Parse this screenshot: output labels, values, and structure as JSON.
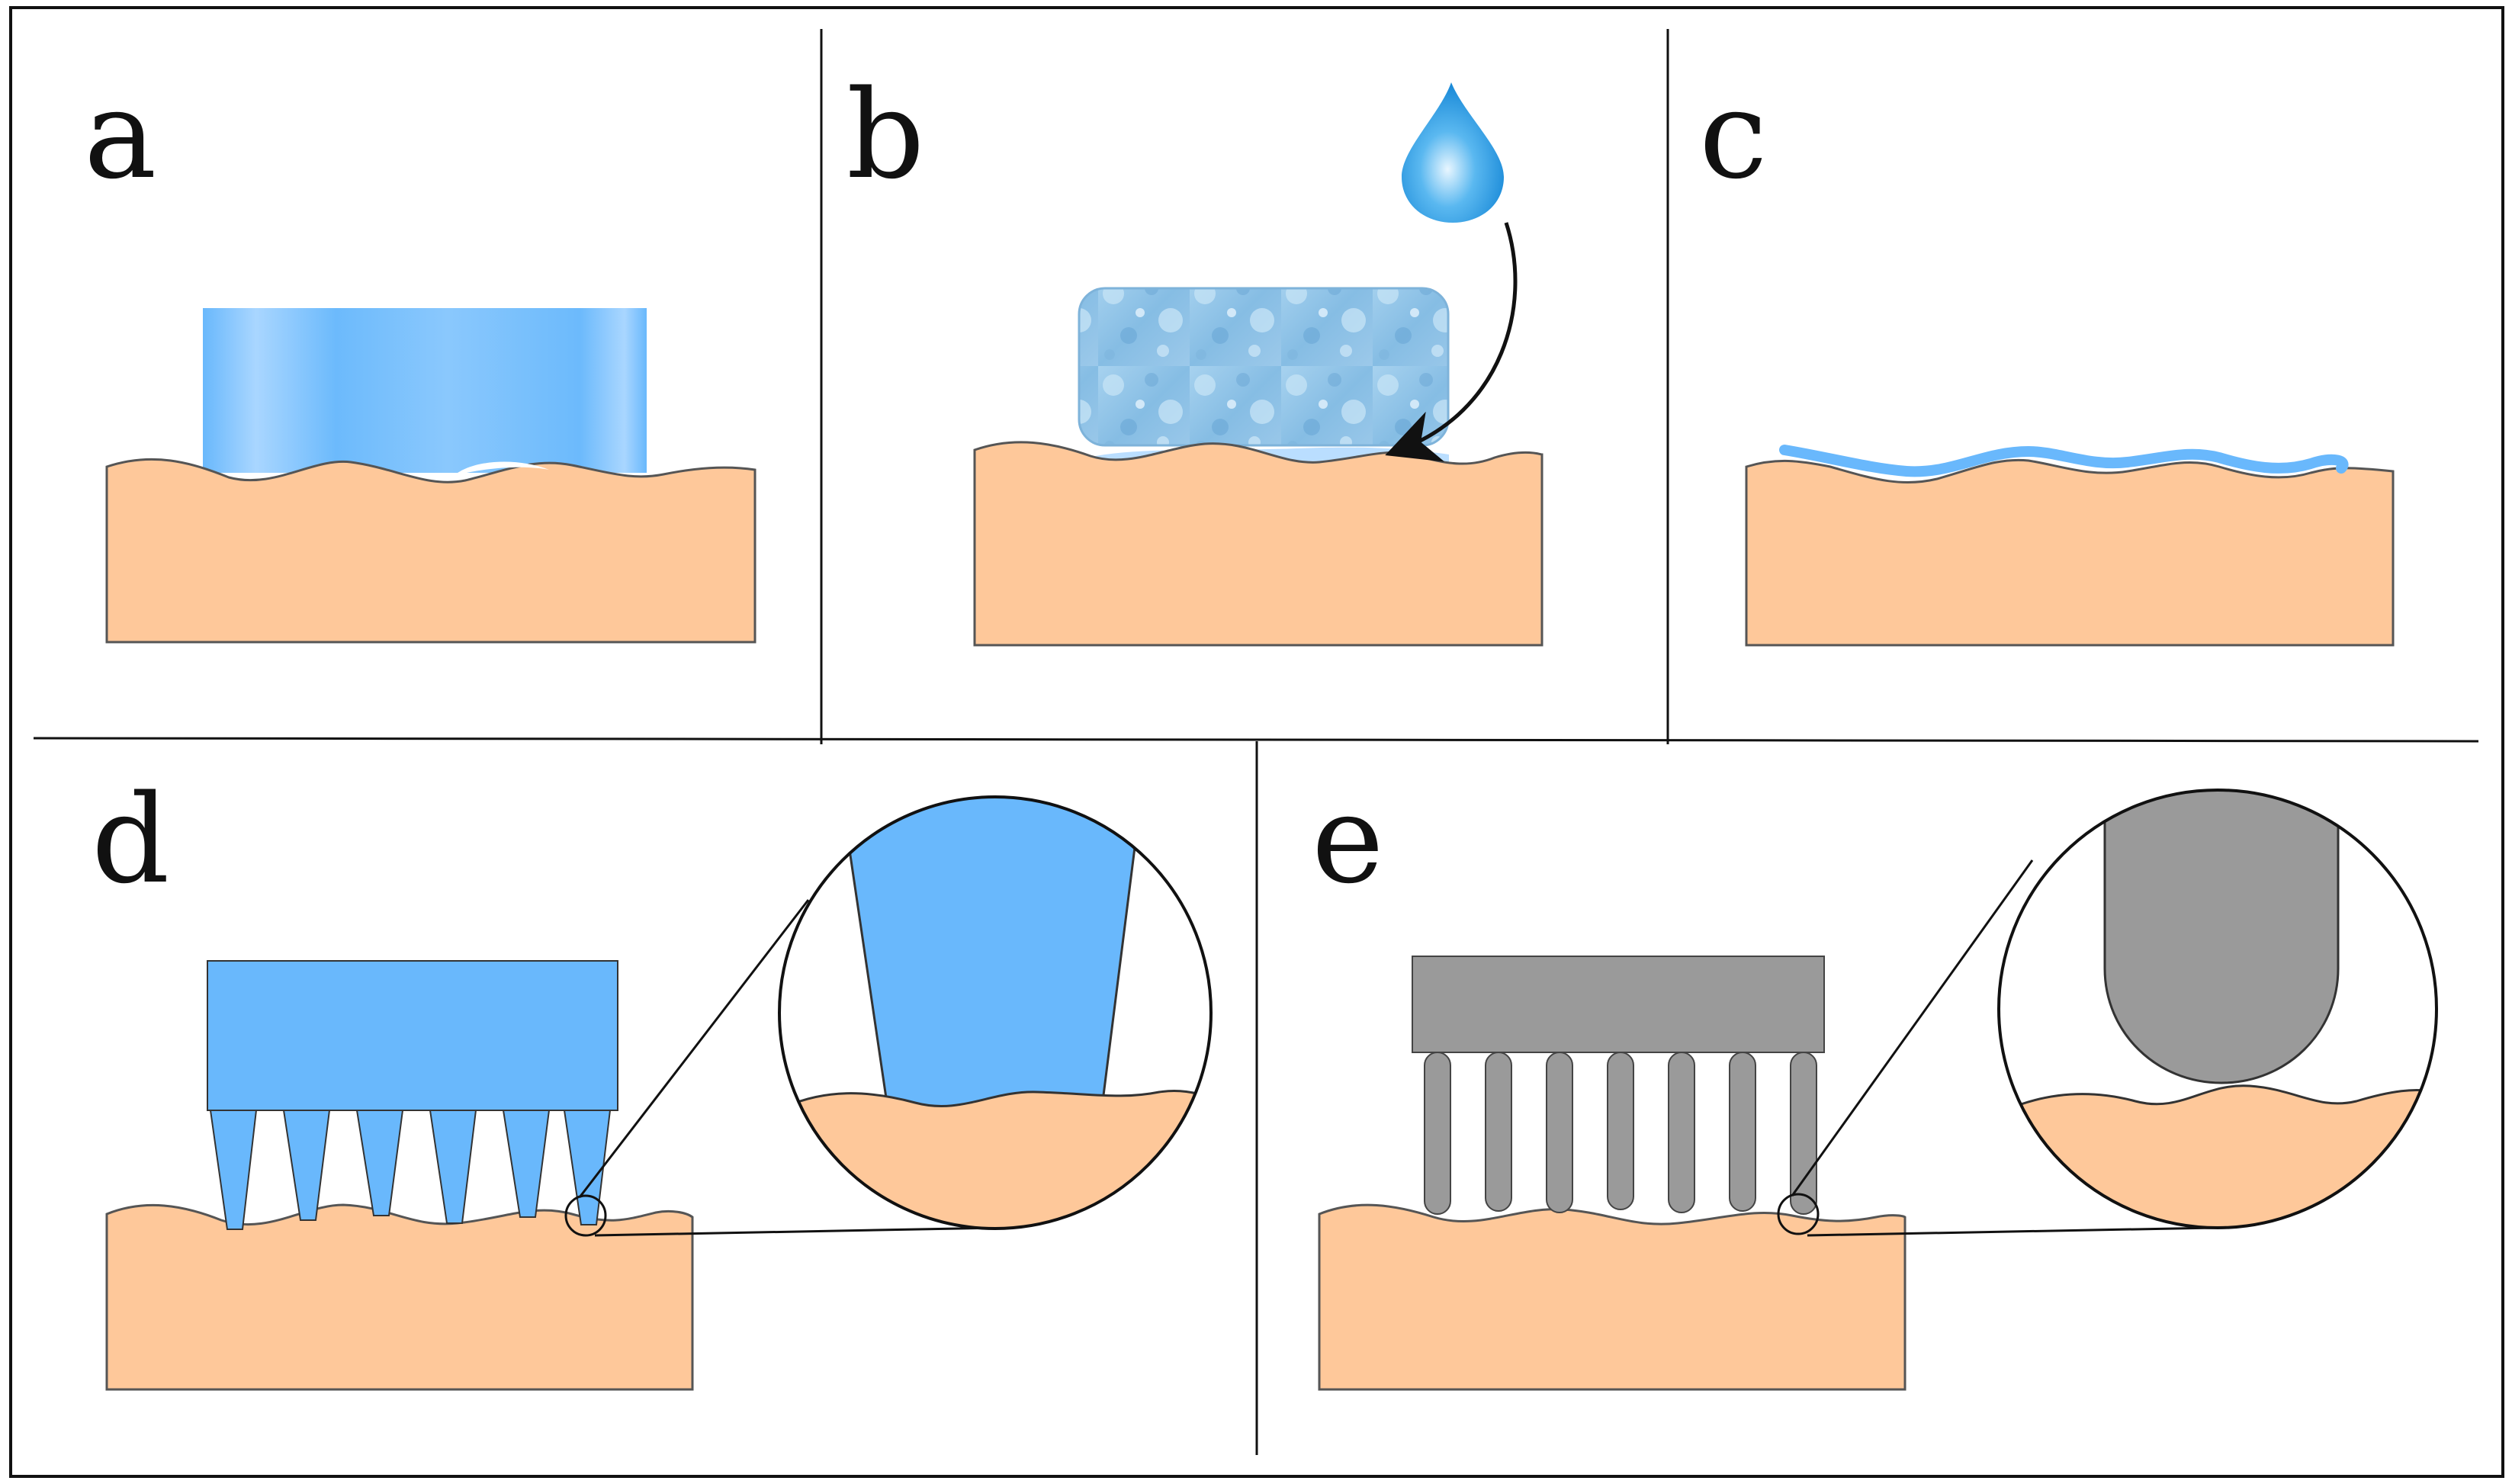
{
  "panels": [
    {
      "id": "a",
      "label": "a"
    },
    {
      "id": "b",
      "label": "b"
    },
    {
      "id": "c",
      "label": "c"
    },
    {
      "id": "d",
      "label": "d"
    },
    {
      "id": "e",
      "label": "e"
    }
  ],
  "colors": {
    "skin": "#fec89a",
    "skin_edge": "#555555",
    "adhesive_blue": "#69b8fc",
    "adhesive_light": "#a9d6ff",
    "hydrogel_blue": "#8ec4e8",
    "drop_blue": "#2b9ee6",
    "gray_microstructure": "#9a9a9a",
    "line": "#111111",
    "background": "#ffffff"
  },
  "icons": [
    "water-drop-icon",
    "curved-arrow-icon",
    "magnifier-circle-icon"
  ]
}
